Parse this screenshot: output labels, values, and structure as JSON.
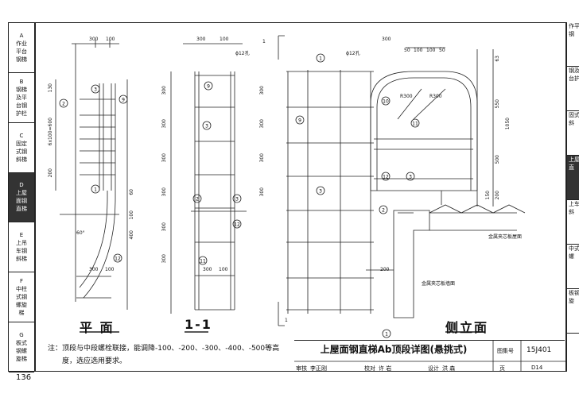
{
  "sidebar": [
    {
      "letter": "A",
      "label": "作业平台钢梯"
    },
    {
      "letter": "B",
      "label": "钢梯及平台钢护栏"
    },
    {
      "letter": "C",
      "label": "固定式钢斜梯"
    },
    {
      "letter": "D",
      "label": "上屋面钢直梯",
      "active": true
    },
    {
      "letter": "E",
      "label": "上吊车钢斜梯"
    },
    {
      "letter": "F",
      "label": "中柱式钢螺旋梯"
    },
    {
      "letter": "G",
      "label": "板式钢螺旋梯"
    }
  ],
  "views": {
    "plan": "平 面",
    "section": "1-1",
    "elevation": "侧立面"
  },
  "dims": {
    "d300": "300",
    "d100": "100",
    "d130": "130",
    "d200": "200",
    "d60": "60",
    "d400": "400",
    "d500": "500",
    "d550": "550",
    "d1050": "1050",
    "d150": "150",
    "d50": "50",
    "d63": "63",
    "d6x100": "6x100=600",
    "hole": "ϕ12孔",
    "r300": "R300",
    "r": "R300",
    "angle": "60°"
  },
  "callouts": [
    "1",
    "2",
    "3",
    "9",
    "10",
    "11",
    "12"
  ],
  "annotations": {
    "roof": "金属夹芯板屋面",
    "wall": "金属夹芯板墙面",
    "section_mark": "1"
  },
  "note_line1": "注：顶段与中段螺栓联接，能调降-100、-200、-300、-400、-500等高",
  "note_line2": "度，选应选用要求。",
  "title_block": {
    "drawing_title": "上屋面钢直梯Ab顶段详图(悬挑式)",
    "atlas_label": "图集号",
    "atlas_no": "15J401",
    "review_label": "审核",
    "review_name": "李正刚",
    "check_label": "校对",
    "check_name": "许 岩",
    "design_label": "设计",
    "design_name": "洪 森",
    "page_label": "页",
    "page_no": "D14"
  },
  "page_number": "136"
}
